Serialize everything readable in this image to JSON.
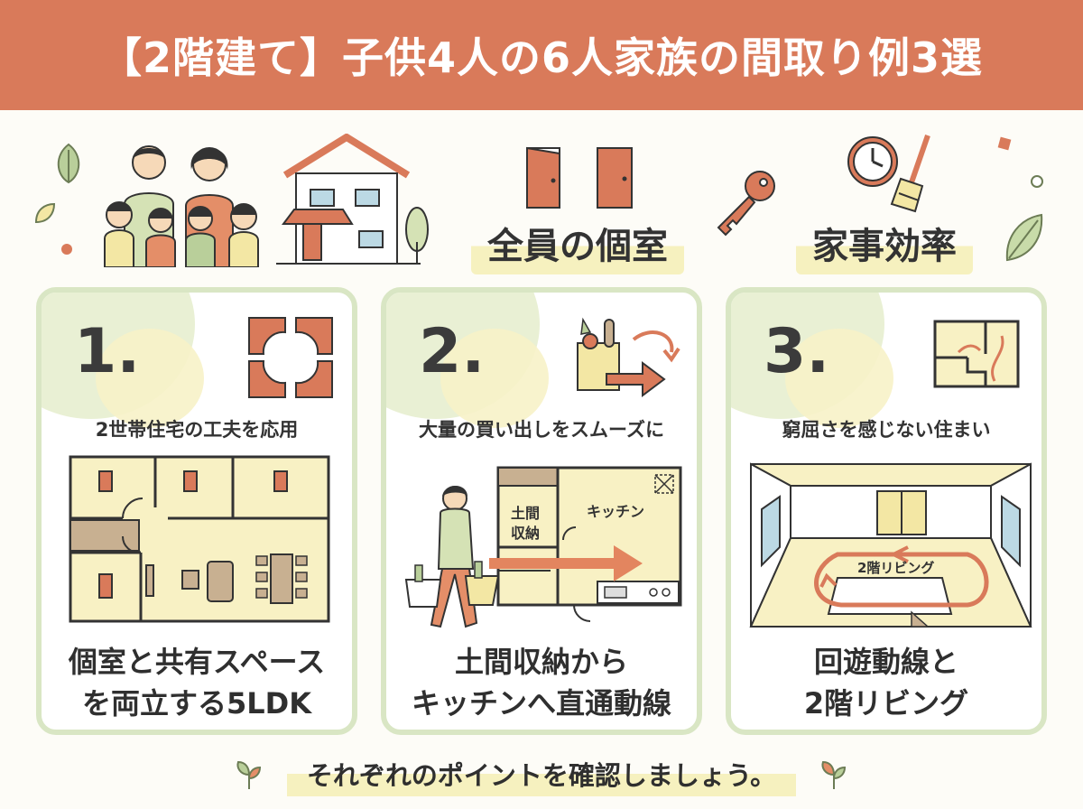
{
  "header": {
    "title": "【2階建て】子供4人の6人家族の間取り例3選"
  },
  "hero": {
    "tag_private": "全員の個室",
    "tag_chores": "家事効率"
  },
  "cards": [
    {
      "number": "1.",
      "subtitle": "2世帯住宅の工夫を応用",
      "caption_line1": "個室と共有スペース",
      "caption_line2": "を両立する5LDK"
    },
    {
      "number": "2.",
      "subtitle": "大量の買い出しをスムーズに",
      "caption_line1": "土間収納から",
      "caption_line2": "キッチンへ直通動線",
      "plan_label_storage": "土間\n収納",
      "plan_label_kitchen": "キッチン"
    },
    {
      "number": "3.",
      "subtitle": "窮屈さを感じない住まい",
      "caption_line1": "回遊動線と",
      "caption_line2": "2階リビング",
      "plan_label_living": "2階リビング"
    }
  ],
  "footer": {
    "text": "それぞれのポイントを確認しましょう。"
  },
  "colors": {
    "accent": "#d97a5a",
    "card_border": "#d9e6c4",
    "highlight": "#f6f1bf",
    "floor": "#f8f1c4"
  }
}
